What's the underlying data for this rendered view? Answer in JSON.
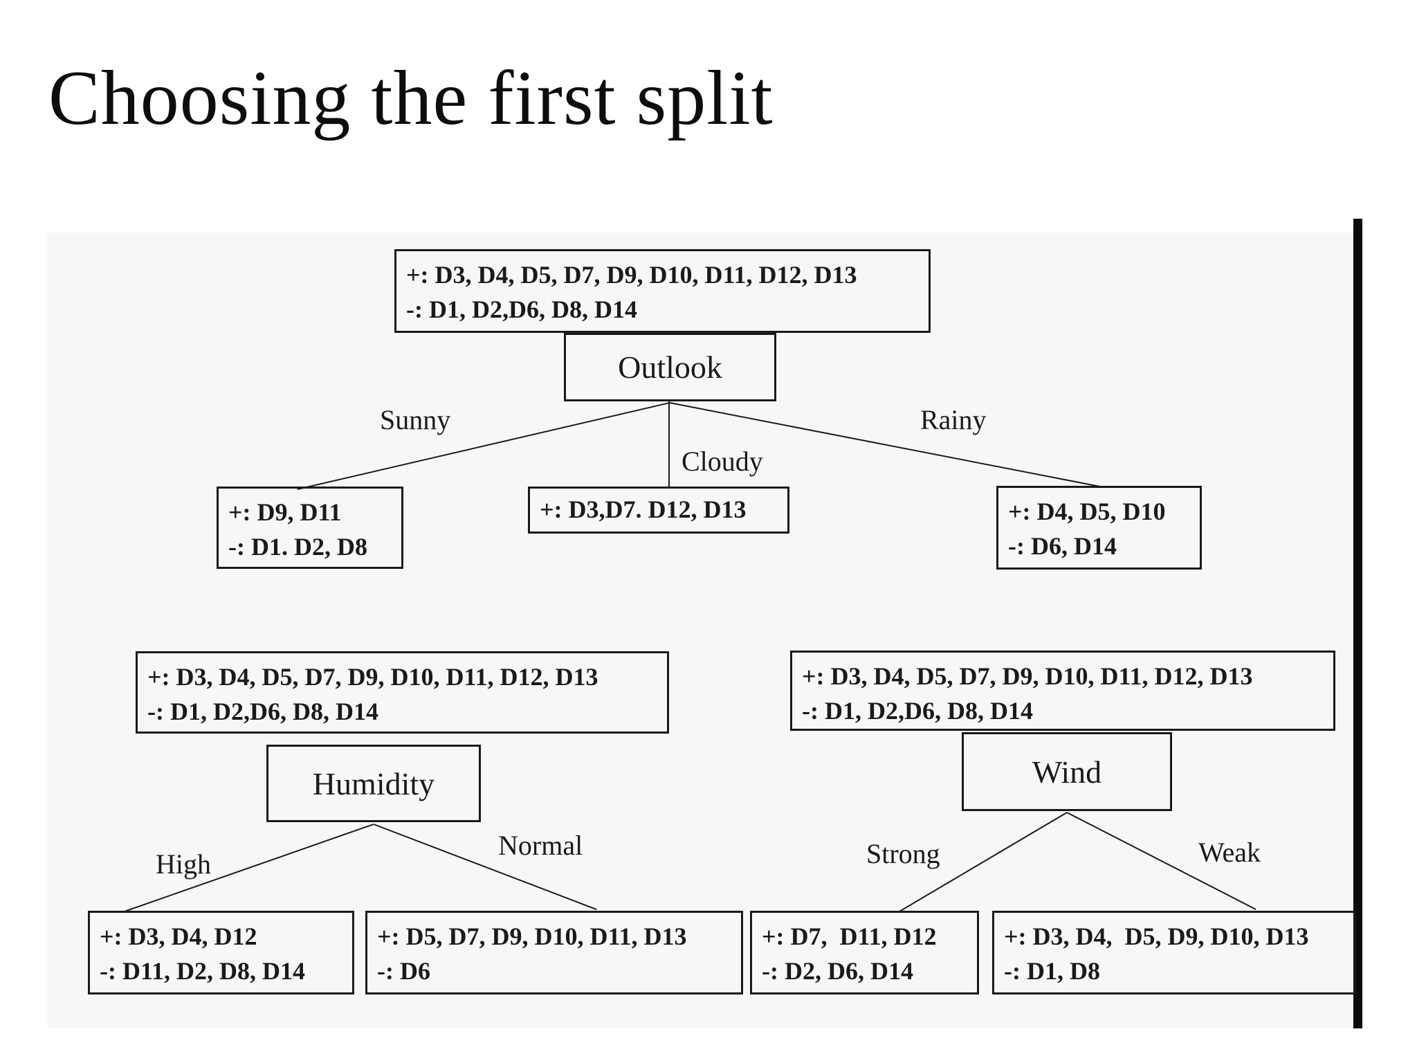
{
  "title": "Choosing the first split",
  "tree": {
    "outlook": {
      "samples": {
        "pos": "+: D3, D4, D5, D7, D9, D10, D11, D12, D13",
        "neg": "-: D1, D2,D6, D8, D14"
      },
      "node_label": "Outlook",
      "branches": {
        "sunny": "Sunny",
        "cloudy": "Cloudy",
        "rainy": "Rainy"
      },
      "leaves": {
        "sunny": {
          "pos": "+: D9, D11",
          "neg": "-: D1. D2, D8"
        },
        "cloudy": {
          "pos": "+: D3,D7. D12, D13"
        },
        "rainy": {
          "pos": "+: D4, D5, D10",
          "neg": "-: D6, D14"
        }
      }
    },
    "humidity": {
      "samples": {
        "pos": "+: D3, D4, D5, D7, D9, D10, D11, D12, D13",
        "neg": "-: D1, D2,D6, D8, D14"
      },
      "node_label": "Humidity",
      "branches": {
        "high": "High",
        "normal": "Normal"
      },
      "leaves": {
        "high": {
          "pos": "+: D3, D4, D12",
          "neg": "-: D11, D2, D8, D14"
        },
        "normal": {
          "pos": "+: D5, D7, D9, D10, D11, D13",
          "neg": "-: D6"
        }
      }
    },
    "wind": {
      "samples": {
        "pos": "+: D3, D4, D5, D7, D9, D10, D11, D12, D13",
        "neg": "-: D1, D2,D6, D8, D14"
      },
      "node_label": "Wind",
      "branches": {
        "strong": "Strong",
        "weak": "Weak"
      },
      "leaves": {
        "strong": {
          "pos": "+: D7,  D11, D12",
          "neg": "-: D2, D6, D14"
        },
        "weak": {
          "pos": "+: D3, D4,  D5, D9, D10, D13",
          "neg": "-: D1, D8"
        }
      }
    }
  },
  "colors": {
    "slide_bg": "#ffffff",
    "panel_bg": "#f6f8f8",
    "ink": "#1a1a1a"
  }
}
